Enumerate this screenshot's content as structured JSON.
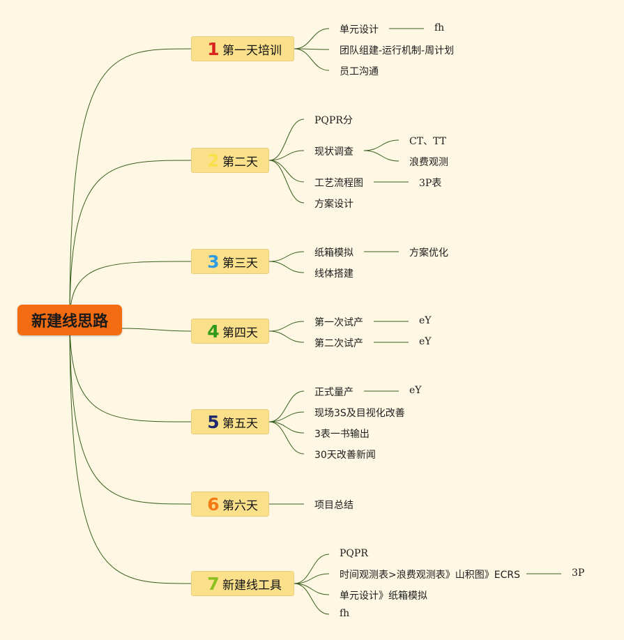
{
  "root": {
    "label": "新建线思路",
    "color": "#f36c12"
  },
  "branches": [
    {
      "number": "1",
      "number_color": "#d9231f",
      "label": "第一天培训",
      "children": [
        {
          "label": "单元设计",
          "child": "fh"
        },
        {
          "label": "团队组建-运行机制-周计划"
        },
        {
          "label": "员工沟通"
        }
      ]
    },
    {
      "number": "2",
      "number_color": "#f7e04a",
      "label": "第二天",
      "children": [
        {
          "label": "PQPR分"
        },
        {
          "label": "现状调查",
          "children": [
            "CT、TT",
            "浪费观测"
          ]
        },
        {
          "label": "工艺流程图",
          "child": "3P表"
        },
        {
          "label": "方案设计"
        }
      ]
    },
    {
      "number": "3",
      "number_color": "#2f9be0",
      "label": "第三天",
      "children": [
        {
          "label": "纸箱模拟",
          "child": "方案优化"
        },
        {
          "label": "线体搭建"
        }
      ]
    },
    {
      "number": "4",
      "number_color": "#2e9a1b",
      "label": "第四天",
      "children": [
        {
          "label": "第一次试产",
          "child": "eY"
        },
        {
          "label": "第二次试产",
          "child": "eY"
        }
      ]
    },
    {
      "number": "5",
      "number_color": "#1f2a6e",
      "label": "第五天",
      "children": [
        {
          "label": "正式量产",
          "child": "eY"
        },
        {
          "label": "现场3S及目视化改善"
        },
        {
          "label": "3表一书输出"
        },
        {
          "label": "30天改善新闻"
        }
      ]
    },
    {
      "number": "6",
      "number_color": "#f47a16",
      "label": "第六天",
      "children": [
        {
          "label": "项目总结"
        }
      ]
    },
    {
      "number": "7",
      "number_color": "#8bbf1e",
      "label": "新建线工具",
      "children": [
        {
          "label": "PQPR"
        },
        {
          "label": "时间观测表>浪费观测表》山积图》ECRS",
          "child": "3P"
        },
        {
          "label": "单元设计》纸箱模拟"
        },
        {
          "label": "fh"
        }
      ]
    }
  ],
  "line_color": "#3b5e1f"
}
